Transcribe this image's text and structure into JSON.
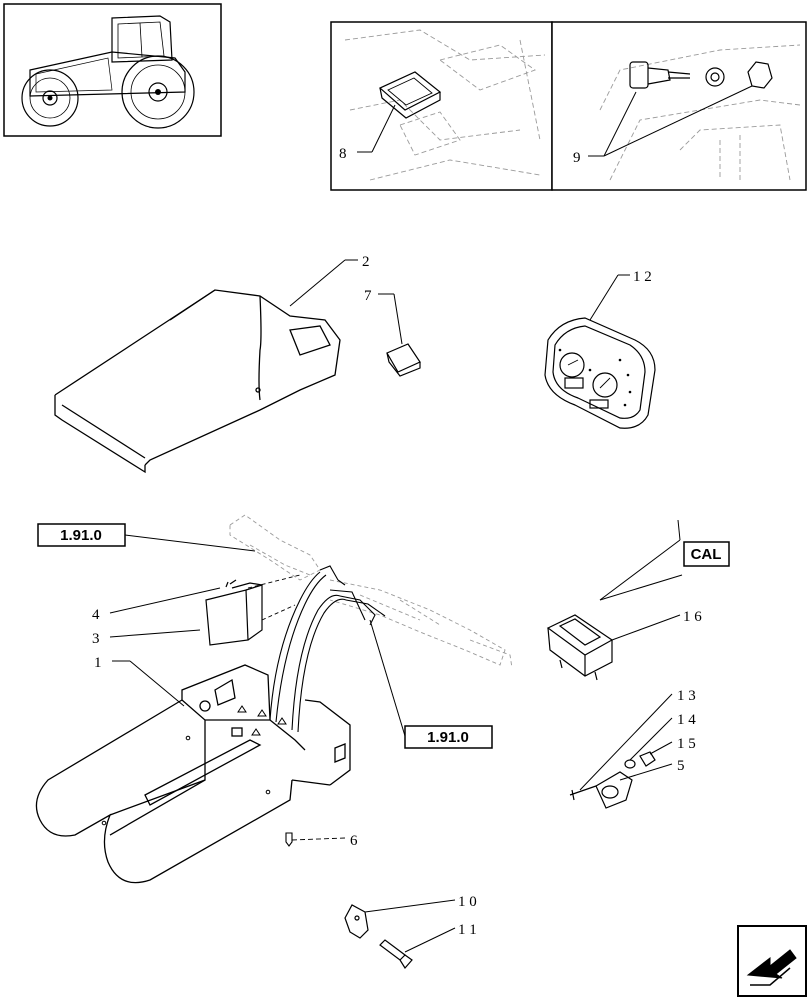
{
  "inset_views": {
    "left_panel_part": "8",
    "right_panel_part": "9"
  },
  "parts": [
    {
      "id": "p2",
      "label": "2"
    },
    {
      "id": "p7",
      "label": "7"
    },
    {
      "id": "p12",
      "label": "1 2"
    },
    {
      "id": "p4",
      "label": "4"
    },
    {
      "id": "p3",
      "label": "3"
    },
    {
      "id": "p1",
      "label": "1"
    },
    {
      "id": "p16",
      "label": "1 6"
    },
    {
      "id": "p13",
      "label": "1 3"
    },
    {
      "id": "p14",
      "label": "1 4"
    },
    {
      "id": "p15",
      "label": "1 5"
    },
    {
      "id": "p5",
      "label": "5"
    },
    {
      "id": "p6",
      "label": "6"
    },
    {
      "id": "p10",
      "label": "1 0"
    },
    {
      "id": "p11",
      "label": "1 1"
    }
  ],
  "reference_tags": {
    "ref_upper": "1.91.0",
    "ref_lower": "1.91.0",
    "cal": "CAL"
  },
  "colors": {
    "line": "#000000",
    "faint": "#9a9a9a",
    "background": "#ffffff"
  },
  "icons": {
    "next_page": "arrow-next-page-icon"
  }
}
